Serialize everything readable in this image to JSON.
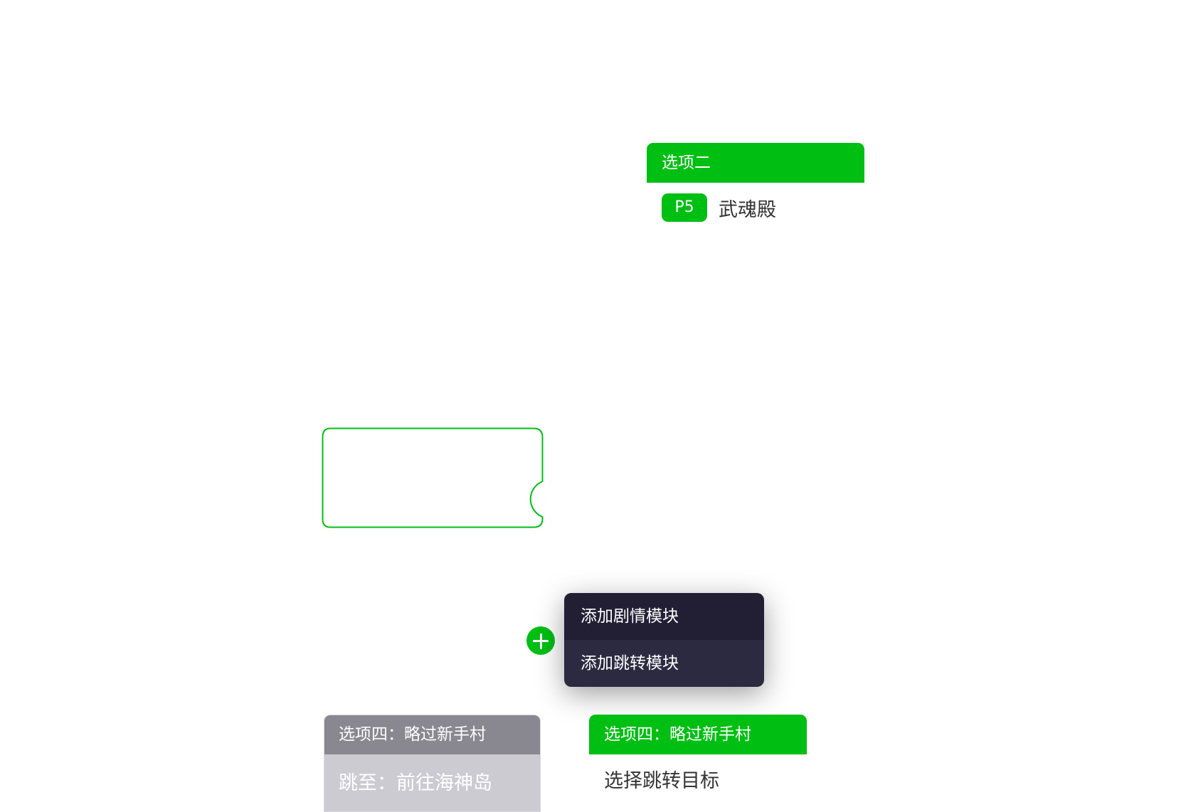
{
  "colors": {
    "accent_green": "#00bf13",
    "menu_dark": "#221f35",
    "menu_dark_alt": "#2c2a40",
    "disabled_header": "#898790",
    "disabled_body": "#cccbd2"
  },
  "option_two_card": {
    "header": "选项二",
    "page_badge": "P5",
    "scene_name": "武魂殿"
  },
  "add_menu": {
    "items": [
      {
        "label": "添加剧情模块"
      },
      {
        "label": "添加跳转模块"
      }
    ]
  },
  "option_four_disabled": {
    "header": "选项四：略过新手村",
    "jump_text": "跳至：前往海神岛"
  },
  "option_four_active": {
    "header": "选项四：略过新手村",
    "target_text": "选择跳转目标"
  },
  "icons": {
    "add": "plus-icon"
  }
}
